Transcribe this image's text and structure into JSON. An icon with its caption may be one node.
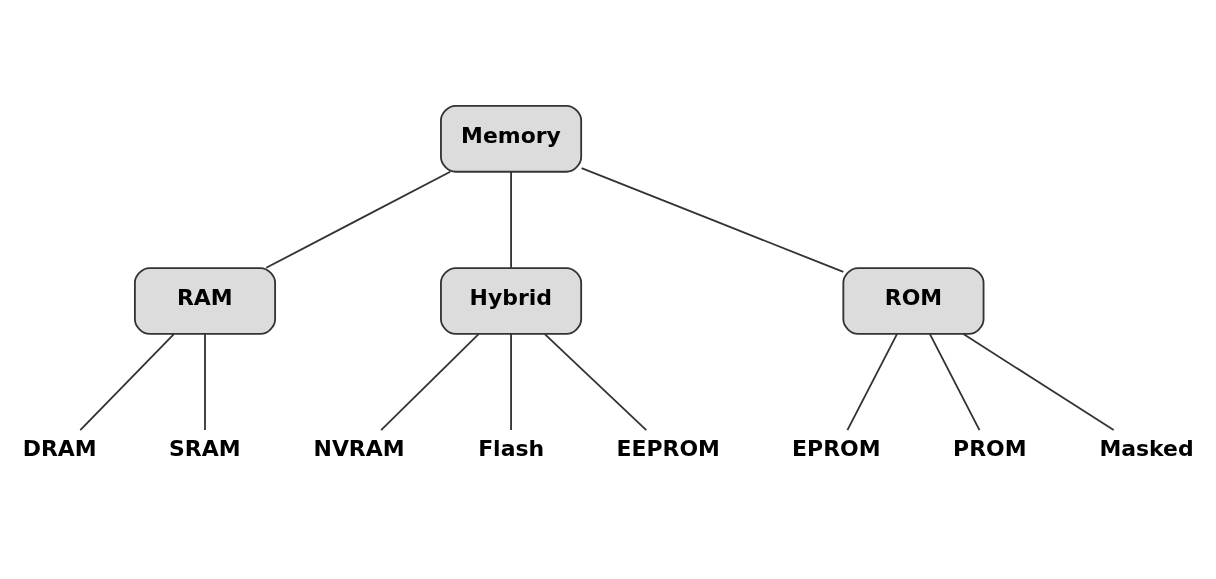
{
  "diagram": {
    "nodes": [
      {
        "text": [
          "Memory"
        ]
      },
      {
        "text": [
          "RAM"
        ]
      },
      {
        "text": [
          "Hybrid"
        ]
      },
      {
        "text": [
          "ROM"
        ]
      },
      {
        "text": [
          "DRAM"
        ]
      },
      {
        "text": [
          "SRAM"
        ]
      },
      {
        "text": [
          "NVRAM"
        ]
      },
      {
        "text": [
          "Flash"
        ]
      },
      {
        "text": [
          "EEPROM"
        ]
      },
      {
        "text": [
          "EPROM"
        ]
      },
      {
        "text": [
          "PROM"
        ]
      },
      {
        "text": [
          "Masked"
        ]
      }
    ],
    "edges": [
      {
        "from": 0,
        "to": 1,
        "arrow": "none"
      },
      {
        "from": 0,
        "to": 2,
        "arrow": "none"
      },
      {
        "from": 0,
        "to": 3,
        "arrow": "none"
      },
      {
        "from": 1,
        "to": 4,
        "arrow": "none"
      },
      {
        "from": 1,
        "to": 5,
        "arrow": "none"
      },
      {
        "from": 2,
        "to": 6,
        "arrow": "none"
      },
      {
        "from": 2,
        "to": 7,
        "arrow": "none"
      },
      {
        "from": 2,
        "to": 8,
        "arrow": "none"
      },
      {
        "from": 3,
        "to": 9,
        "arrow": "none"
      },
      {
        "from": 3,
        "to": 10,
        "arrow": "none"
      },
      {
        "from": 3,
        "to": 11,
        "arrow": "none"
      }
    ]
  }
}
